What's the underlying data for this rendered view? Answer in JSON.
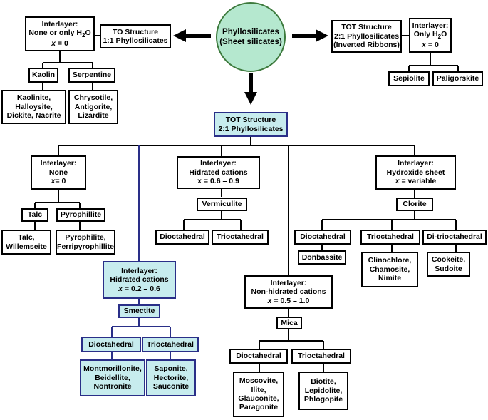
{
  "root": {
    "line1": "Phyllosilicates",
    "line2": "(Sheet silicates)"
  },
  "to": {
    "structure": {
      "line1": "TO Structure",
      "line2": "1:1 Phyllosilicates"
    },
    "interlayer": {
      "line1": "Interlayer:",
      "line2a": "None or only H",
      "sub": "2",
      "line2b": "O",
      "x": "x",
      "eq": " = 0"
    },
    "kaolin": "Kaolin",
    "serpentine": "Serpentine",
    "kaolin_members": [
      "Kaolinite,",
      "Halloysite,",
      "Dickite, Nacrite"
    ],
    "serpentine_members": [
      "Chrysotile,",
      "Antigorite,",
      "Lizardite"
    ]
  },
  "tot_ribbon": {
    "structure": {
      "line1": "TOT Structure",
      "line2": "2:1 Phyllosilicates",
      "line3": "(Inverted Ribbons)"
    },
    "interlayer": {
      "line1": "Interlayer:",
      "line2a": "Only H",
      "sub": "2",
      "line2b": "O",
      "x": "x",
      "eq": " = 0"
    },
    "sepiolite": "Sepiolite",
    "paligorskite": "Paligorskite"
  },
  "tot": {
    "line1": "TOT Structure",
    "line2": "2:1 Phyllosilicates"
  },
  "branch_none": {
    "interlayer": {
      "line1": "Interlayer:",
      "line2": "None",
      "x": "x",
      "eq": "= 0"
    },
    "talc": "Talc",
    "pyrophillite": "Pyrophillite",
    "talc_members": [
      "Talc,",
      "Willemseite"
    ],
    "pyro_members": [
      "Pyrophilite,",
      "Ferripyrophillite"
    ]
  },
  "branch_hydrated": {
    "interlayer": {
      "line1": "Interlayer:",
      "line2": "Hidrated cations",
      "line3": "x = 0.6 – 0.9"
    },
    "vermiculite": "Vermiculite",
    "dioctahedral": "Dioctahedral",
    "trioctahedral": "Trioctahedral"
  },
  "branch_hydroxide": {
    "interlayer": {
      "line1": "Interlayer:",
      "line2": "Hydroxide sheet",
      "x": "x",
      "eq": " = variable"
    },
    "clorite": "Clorite",
    "dioctahedral": "Dioctahedral",
    "trioctahedral": "Trioctahedral",
    "di_trioctahedral": "Di-trioctahedral",
    "di_members": [
      "Donbassite"
    ],
    "tri_members": [
      "Clinochlore,",
      "Chamosite,",
      "Nimite"
    ],
    "ditri_members": [
      "Cookeite,",
      "Sudoite"
    ]
  },
  "branch_smectite": {
    "interlayer": {
      "line1": "Interlayer:",
      "line2": "Hidrated cations",
      "x": "x",
      "eq": " = 0.2 – 0.6"
    },
    "smectite": "Smectite",
    "dioctahedral": "Dioctahedral",
    "trioctahedral": "Trioctahedral",
    "di_members": [
      "Montmorillonite,",
      "Beidellite,",
      "Nontronite"
    ],
    "tri_members": [
      "Saponite,",
      "Hectorite,",
      "Sauconite"
    ]
  },
  "branch_mica": {
    "interlayer": {
      "line1": "Interlayer:",
      "line2": "Non-hidrated cations",
      "x": "x",
      "eq": " = 0.5 – 1.0"
    },
    "mica": "Mica",
    "dioctahedral": "Dioctahedral",
    "trioctahedral": "Trioctahedral",
    "di_members": [
      "Moscovite,",
      "Ilite,",
      "Glauconite,",
      "Paragonite"
    ],
    "tri_members": [
      "Biotite,",
      "Lepidolite,",
      "Phlogopite"
    ]
  },
  "colors": {
    "highlight_fill": "#c7ecee",
    "highlight_border": "#2a2f88",
    "root_fill": "#b5e8cf",
    "root_border": "#3d7a3d",
    "line": "#000000"
  }
}
